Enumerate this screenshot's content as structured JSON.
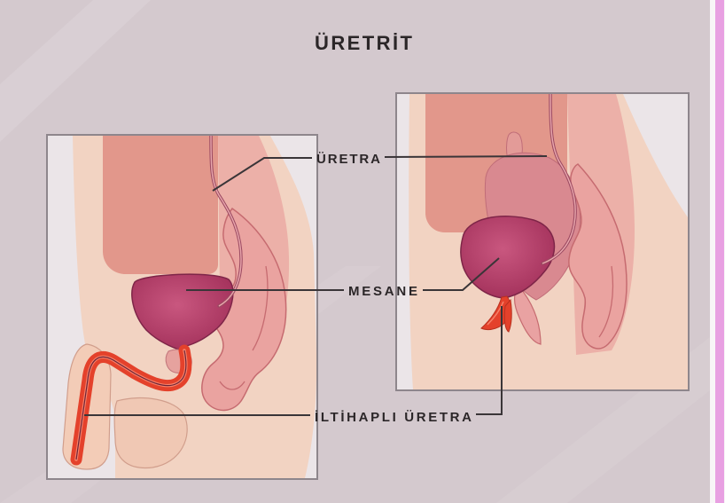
{
  "title": "ÜRETRİT",
  "labels": {
    "uretra": "ÜRETRA",
    "mesane": "MESANE",
    "iltihapli_uretra": "İLTİHAPLI ÜRETRA"
  },
  "colors": {
    "background": "#d4c9ce",
    "skin": "#f2d3c2",
    "bladder": "#c9577f",
    "inflamed_urethra": "#e4412b",
    "side_bar": "#e8a0e2"
  }
}
